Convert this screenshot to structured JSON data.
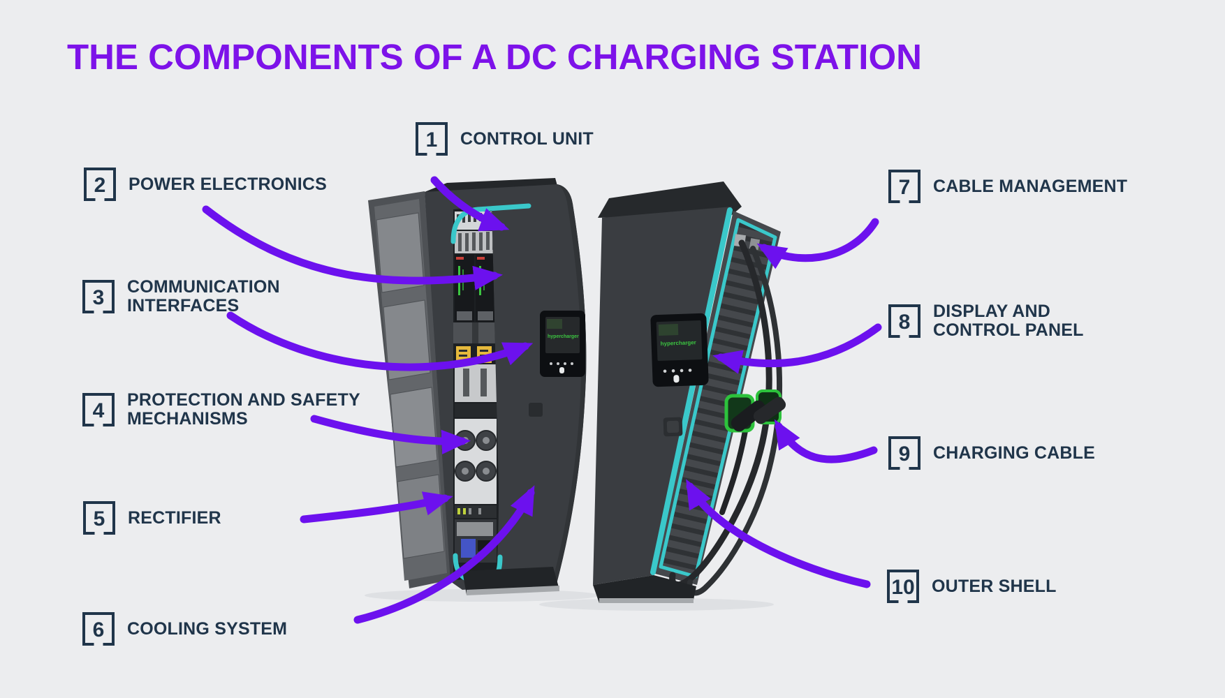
{
  "title": "THE COMPONENTS OF A DC CHARGING STATION",
  "components": [
    {
      "num": "1",
      "name": "CONTROL UNIT"
    },
    {
      "num": "2",
      "name": "POWER ELECTRONICS"
    },
    {
      "num": "3",
      "name": "COMMUNICATION INTERFACES"
    },
    {
      "num": "4",
      "name": "PROTECTION AND SAFETY MECHANISMS"
    },
    {
      "num": "5",
      "name": "RECTIFIER"
    },
    {
      "num": "6",
      "name": "COOLING SYSTEM"
    },
    {
      "num": "7",
      "name": "CABLE MANAGEMENT"
    },
    {
      "num": "8",
      "name": "DISPLAY AND CONTROL PANEL"
    },
    {
      "num": "9",
      "name": "CHARGING CABLE"
    },
    {
      "num": "10",
      "name": "OUTER SHELL"
    }
  ],
  "stations": {
    "screen_logo": "hypercharger"
  },
  "colors": {
    "background": "#ECEDEF",
    "title": "#7D12E9",
    "arrows": "#6C11EE",
    "labels": "#20354A",
    "teal_accent": "#3AC8CA",
    "holster_green": "#2DC23C",
    "screen_logo_green": "#3CC441"
  }
}
